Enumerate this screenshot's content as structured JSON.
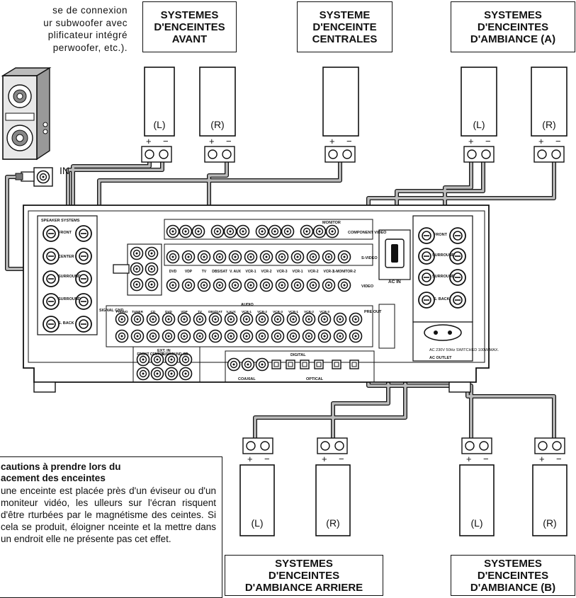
{
  "intro_text": "se de connexion\nur subwoofer avec\nplificateur intégré\nperwoofer, etc.).",
  "subwoofer_in_label": "IN",
  "titles": {
    "front": "SYSTEMES\nD'ENCEINTES\nAVANT",
    "center": "SYSTEME\nD'ENCEINTE\nCENTRALES",
    "surround_a": "SYSTEMES\nD'ENCEINTES\nD'AMBIANCE (A)",
    "surround_back": "SYSTEMES\nD'ENCEINTES\nD'AMBIANCE ARRIERE",
    "surround_b": "SYSTEMES\nD'ENCEINTES\nD'AMBIANCE (B)"
  },
  "speaker_labels": {
    "left": "(L)",
    "right": "(R)"
  },
  "terminal_signs": {
    "plus": "+",
    "minus": "−"
  },
  "caution": {
    "heading": "cautions à prendre lors du\nacement des enceintes",
    "body": "une enceinte est placée près d'un éviseur ou d'un moniteur vidéo, les ulleurs sur l'écran risquent d'être rturbées par le magnétisme des ceintes. Si cela se produit, éloigner nceinte et la mettre dans un endroit elle ne présente pas cet effet."
  },
  "receiver": {
    "speaker_systems_label": "SPEAKER SYSTEMS",
    "front": "FRONT",
    "center": "CENTER",
    "surround": "SURROUND",
    "s_back": "S. BACK",
    "signal_gnd": "SIGNAL GND",
    "ac_in": "AC IN",
    "ac_outlet": "AC OUTLET",
    "ac_rating": "AC 230V 50Hz\nSWITCHED 100W MAX.",
    "audio": "AUDIO",
    "digital": "DIGITAL",
    "ext_in": "EXT. IN",
    "component_video": "COMPONENT VIDEO",
    "s_video": "S-VIDEO",
    "video": "VIDEO",
    "monitor": "MONITOR",
    "pre_out": "PRE OUT",
    "coaxial": "COAXIAL",
    "optical": "OPTICAL",
    "video_sources": [
      "DVD",
      "VDP",
      "TV",
      "DBS/SAT",
      "V. AUX",
      "VCR-1",
      "VCR-2",
      "VCR-3",
      "VCR-1",
      "VCR-2",
      "VCR-3",
      "1-MONITOR-2"
    ],
    "audio_sources": [
      "PHONO",
      "TUNER",
      "CD",
      "DVD",
      "VDP",
      "TV",
      "DBS/SAT",
      "V.AUX",
      "VCR-1",
      "VCR-2",
      "VCR-3",
      "VCR-1",
      "VCR-2",
      "VCR-3"
    ],
    "ext_in_channels": [
      "FRONT",
      "CENTER",
      "SURROUND",
      "SB"
    ]
  }
}
